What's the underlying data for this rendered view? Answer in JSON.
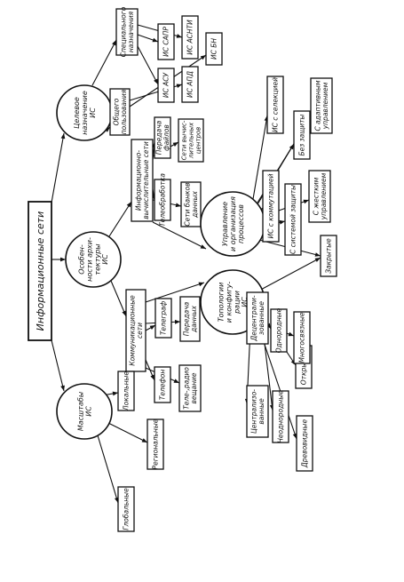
{
  "root": {
    "label": "Информационные сети"
  },
  "categories": {
    "purpose": [
      "Целевое",
      "назначение",
      "ИС"
    ],
    "architecture": [
      "Особен-",
      "ности архи-",
      "тектуры",
      "ИС"
    ],
    "scale": [
      "Масштабы",
      "ИС"
    ],
    "management": [
      "Управление",
      "и организация",
      "процессов"
    ],
    "topology": [
      "Топологии",
      "и конфигу-",
      "рации",
      "ИС"
    ]
  },
  "purpose": {
    "special": [
      "Специального",
      "назначения"
    ],
    "general": [
      "Общего",
      "пользования"
    ],
    "items": [
      "ИС САПР",
      "ИС АСНТИ",
      "ИС АСУ",
      "ИС АПД",
      "ИС БН"
    ]
  },
  "architecture": {
    "info_computing": [
      "Информационно-",
      "вычислительные сети"
    ],
    "teleprocessing": "Телеобработка",
    "file_transfer": [
      "Передача",
      "файлов"
    ],
    "computing_centers": [
      "Сети вычис-",
      "лительных",
      "центров"
    ],
    "data_banks": [
      "Сети банков",
      "данных"
    ],
    "communication": [
      "Коммуникационные",
      "сети"
    ],
    "telegraph": "Телеграф",
    "data_transfer": [
      "Передача",
      "данных"
    ],
    "telephone": "Телефон",
    "broadcast": [
      "Теле-,радио",
      "вещание"
    ]
  },
  "scale": {
    "local": "Локальные",
    "regional": "Региональные",
    "global": "Глобальные"
  },
  "management": {
    "selection": "ИС с селекцией",
    "switching": "ИС с коммутацией",
    "no_protection": "Без защиты",
    "with_protection": "С системой защиты",
    "adaptive": [
      "С адаптивным",
      "управлением"
    ],
    "rigid": [
      "С жестким",
      "управлением"
    ],
    "closed": "Закрытые",
    "open": "Открытые"
  },
  "topology": {
    "decentralized": [
      "Децентрали-",
      "зованные"
    ],
    "centralized": [
      "Централизо-",
      "ванные"
    ],
    "homogeneous": "Однородные",
    "heterogeneous": "Неоднородные",
    "multilink": "Многосвязные",
    "tree": "Древовидные"
  }
}
